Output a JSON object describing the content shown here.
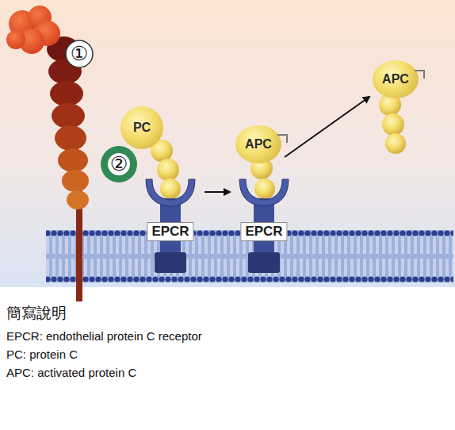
{
  "diagram": {
    "nodes": [
      {
        "text": [
          "PC"
        ]
      },
      {
        "text": [
          "EPCR"
        ]
      },
      {
        "text": [
          "APC"
        ]
      },
      {
        "text": [
          "EPCR"
        ]
      },
      {
        "text": [
          "APC"
        ]
      }
    ],
    "edges": [
      {
        "from": 1,
        "to": 3,
        "arrow": "to"
      },
      {
        "from": 2,
        "to": 4,
        "arrow": "to"
      }
    ],
    "labels": [
      "①",
      "②",
      "簡寫說明",
      "EPCR: endothelial protein C receptor",
      "PC: protein C",
      "APC: activated protein C"
    ]
  }
}
